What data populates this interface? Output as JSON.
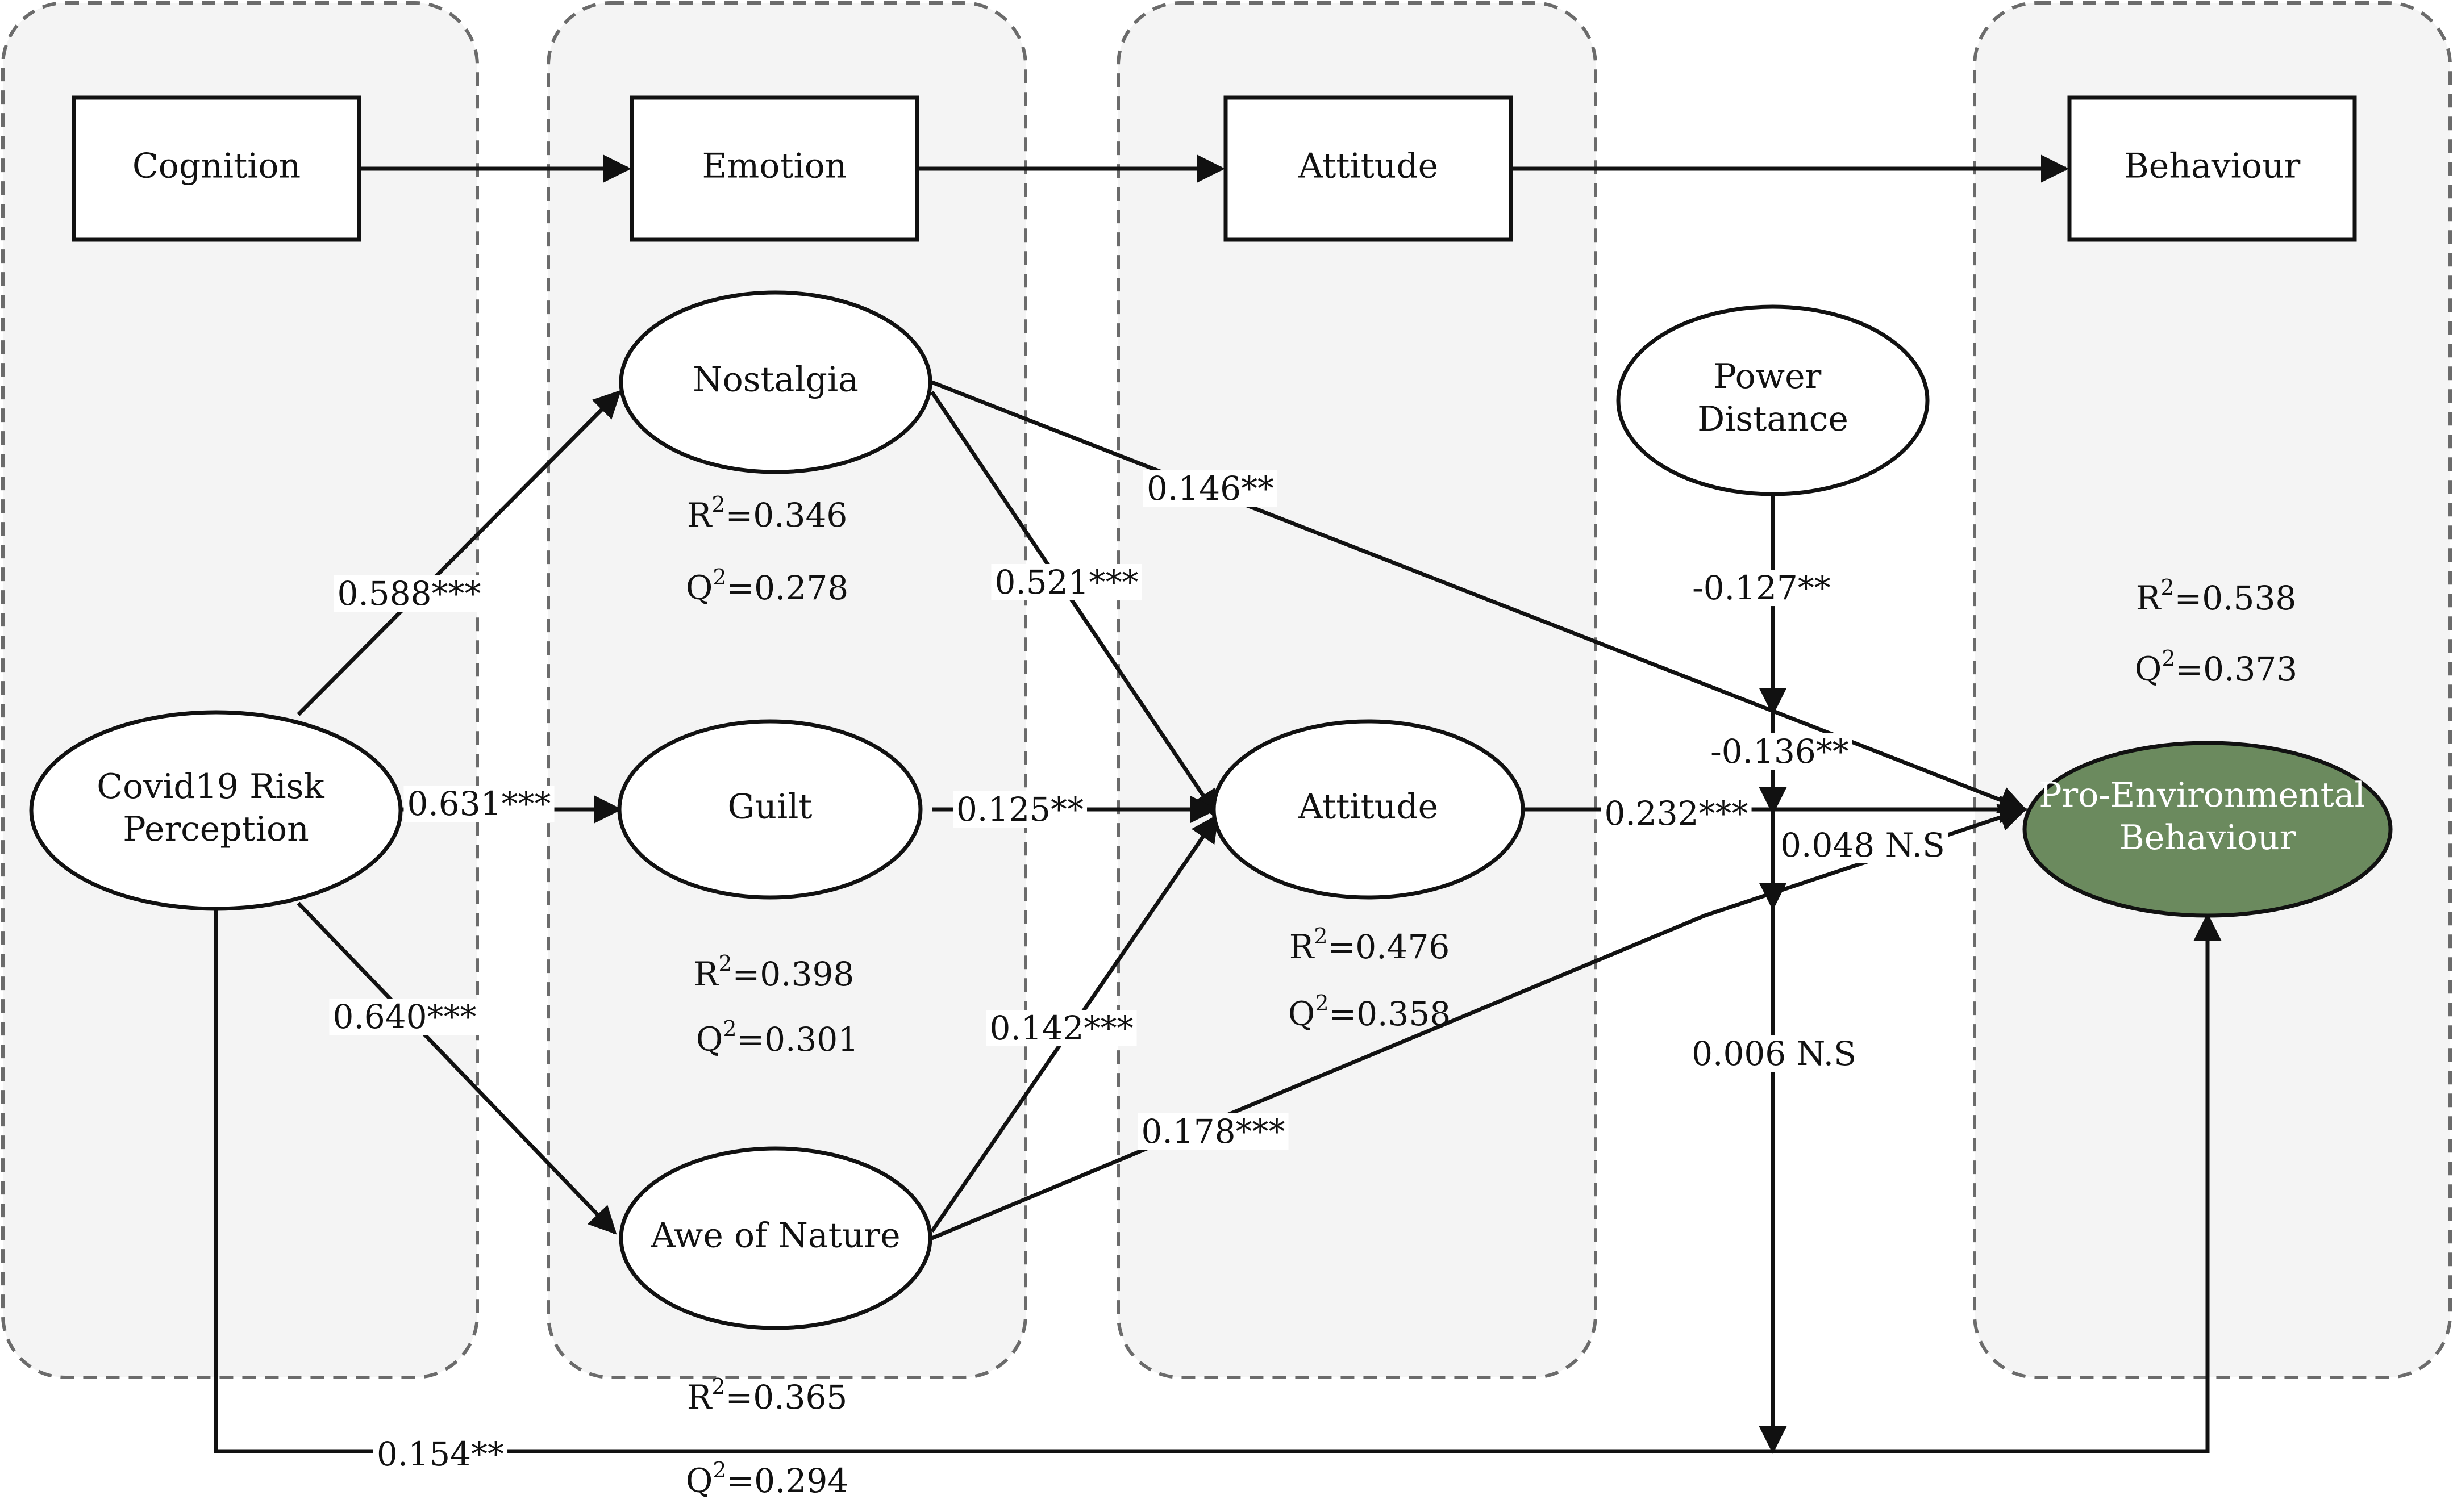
{
  "stages": [
    {
      "id": "cognition",
      "label": "Cognition"
    },
    {
      "id": "emotion",
      "label": "Emotion"
    },
    {
      "id": "attitude",
      "label": "Attitude"
    },
    {
      "id": "behaviour",
      "label": "Behaviour"
    }
  ],
  "nodes": {
    "risk": {
      "lines": [
        "Covid19 Risk",
        "Perception"
      ]
    },
    "nostalgia": {
      "lines": [
        "Nostalgia"
      ]
    },
    "guilt": {
      "lines": [
        "Guilt"
      ]
    },
    "awe": {
      "lines": [
        "Awe of Nature"
      ]
    },
    "attitude": {
      "lines": [
        "Attitude"
      ]
    },
    "power": {
      "lines": [
        "Power",
        "Distance"
      ]
    },
    "peb": {
      "lines": [
        "Pro-Environmental",
        "Behaviour"
      ]
    }
  },
  "stats": {
    "nostalgia": {
      "r2": "=0.346",
      "q2": "=0.278"
    },
    "guilt": {
      "r2": "=0.398",
      "q2": "=0.301"
    },
    "awe": {
      "r2": "=0.365",
      "q2": "=0.294"
    },
    "attitude": {
      "r2": "=0.476",
      "q2": "=0.358"
    },
    "peb": {
      "r2": "=0.538",
      "q2": "=0.373"
    }
  },
  "stat_symbols": {
    "r": "R",
    "q": "Q",
    "exp": "2"
  },
  "paths": {
    "risk_nostalgia": "0.588***",
    "risk_guilt": "0.631***",
    "risk_awe": "0.640***",
    "nostalgia_attitude": "0.521***",
    "guilt_attitude": "0.125**",
    "awe_attitude": "0.142***",
    "nostalgia_peb": "0.146**",
    "awe_peb": "0.178***",
    "attitude_peb": "0.232***",
    "power_moderator": "-0.127**",
    "moderation_1": "-0.136**",
    "moderation_2": "0.048 N.S",
    "moderation_3": "0.006 N.S",
    "risk_peb": "0.154**"
  },
  "colors": {
    "panel_fill": "#f4f4f4",
    "panel_border": "#6b6b6b",
    "line": "#111111",
    "peb_fill": "#6b8a5e",
    "peb_text": "#ffffff"
  }
}
